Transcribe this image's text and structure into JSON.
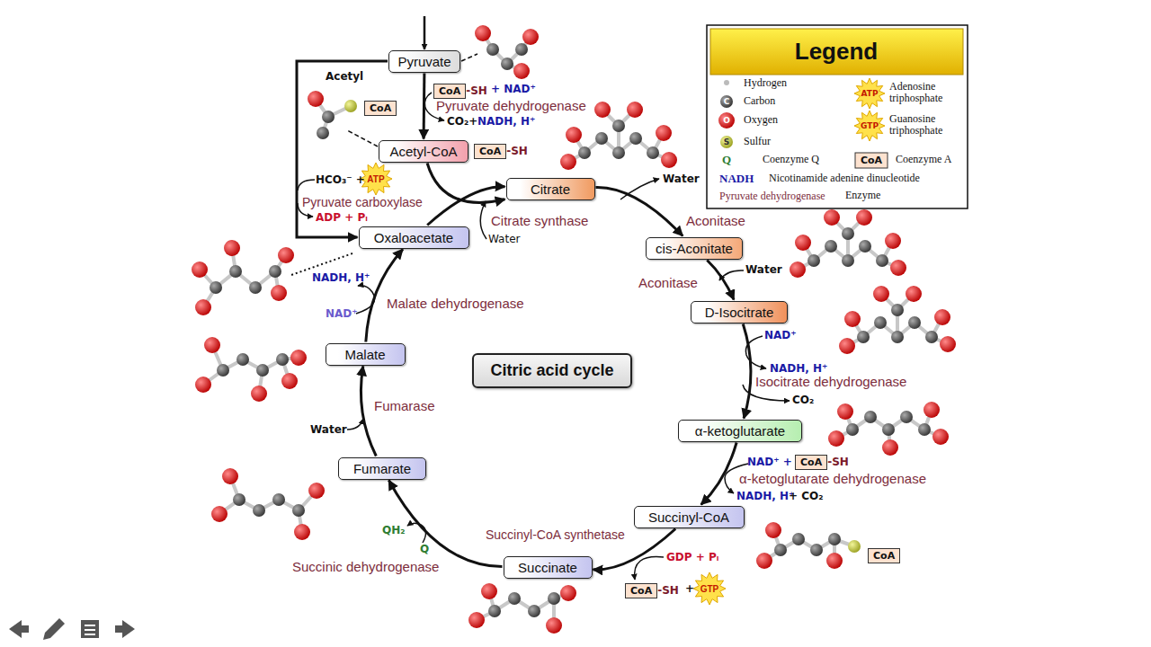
{
  "diagram": {
    "title": "Citric acid cycle",
    "nodes": [
      {
        "text": [
          "Pyruvate"
        ]
      },
      {
        "text": [
          "CoA",
          "-SH"
        ]
      },
      {
        "text": [
          "CoA"
        ]
      },
      {
        "text": [
          "Acetyl-CoA"
        ]
      },
      {
        "text": [
          "CoA",
          "-SH"
        ]
      },
      {
        "text": [
          "ATP"
        ]
      },
      {
        "text": [
          "Citrate"
        ]
      },
      {
        "text": [
          "Oxaloacetate"
        ]
      },
      {
        "text": [
          "cis-Aconitate"
        ]
      },
      {
        "text": [
          "D-Isocitrate"
        ]
      },
      {
        "text": [
          "Malate"
        ]
      },
      {
        "text": [
          "α-ketoglutarate"
        ]
      },
      {
        "text": [
          "CoA",
          "-SH"
        ]
      },
      {
        "text": [
          "Fumarate"
        ]
      },
      {
        "text": [
          "Succinyl-CoA"
        ]
      },
      {
        "text": [
          "CoA"
        ]
      },
      {
        "text": [
          "Succinate"
        ]
      },
      {
        "text": [
          "CoA",
          "-SH"
        ]
      },
      {
        "text": [
          "GTP"
        ]
      }
    ],
    "edges": [
      {
        "from": 0,
        "to": 3,
        "label": "Pyruvate dehydrogenase",
        "arrow": "to"
      },
      {
        "from": 0,
        "to": 7,
        "label": "Pyruvate carboxylase",
        "arrow": "to"
      },
      {
        "from": 3,
        "to": 6,
        "arrow": "to"
      },
      {
        "from": 7,
        "to": 6,
        "label": "Citrate synthase",
        "arrow": "to"
      },
      {
        "from": 6,
        "to": 8,
        "label": "Aconitase",
        "arrow": "to"
      },
      {
        "from": 8,
        "to": 9,
        "label": "Aconitase",
        "arrow": "to"
      },
      {
        "from": 9,
        "to": 11,
        "label": "Isocitrate dehydrogenase",
        "arrow": "to"
      },
      {
        "from": 11,
        "to": 14,
        "label": "α-ketoglutarate dehydrogenase",
        "arrow": "to"
      },
      {
        "from": 14,
        "to": 16,
        "label": "Succinyl-CoA synthetase",
        "arrow": "to"
      },
      {
        "from": 16,
        "to": 13,
        "label": "Succinic dehydrogenase",
        "arrow": "to"
      },
      {
        "from": 13,
        "to": 10,
        "label": "Fumarase",
        "arrow": "to"
      },
      {
        "from": 10,
        "to": 7,
        "label": "Malate dehydrogenase",
        "arrow": "to"
      }
    ],
    "labels": [
      "+ NAD⁺",
      "CO₂+",
      "NADH, H⁺",
      "Acetyl",
      "HCO₃⁻ +",
      "ADP + Pᵢ",
      "Water",
      "Water",
      "Water",
      "NAD⁺",
      "NADH, H⁺",
      "CO₂",
      "NAD⁺ +",
      "NADH, H⁺",
      "+ CO₂",
      "GDP + Pᵢ",
      "+",
      "QH₂",
      "Q",
      "NADH, H⁺",
      "NAD⁺",
      "Water",
      "Legend",
      "C",
      "O",
      "S",
      "Q",
      "NADH",
      "Pyruvate dehydrogenase",
      "ATP",
      "GTP",
      "CoA"
    ],
    "legend": [
      {
        "text": "Hydrogen"
      },
      {
        "text": "Carbon"
      },
      {
        "text": "Oxygen"
      },
      {
        "text": "Sulfur"
      },
      {
        "text": "Coenzyme Q"
      },
      {
        "text": "Nicotinamide adenine dinucleotide"
      },
      {
        "text": "Enzyme"
      },
      {
        "text": "Adenosine triphosphate"
      },
      {
        "text": "Guanosine triphosphate"
      },
      {
        "text": "Coenzyme A"
      }
    ]
  }
}
